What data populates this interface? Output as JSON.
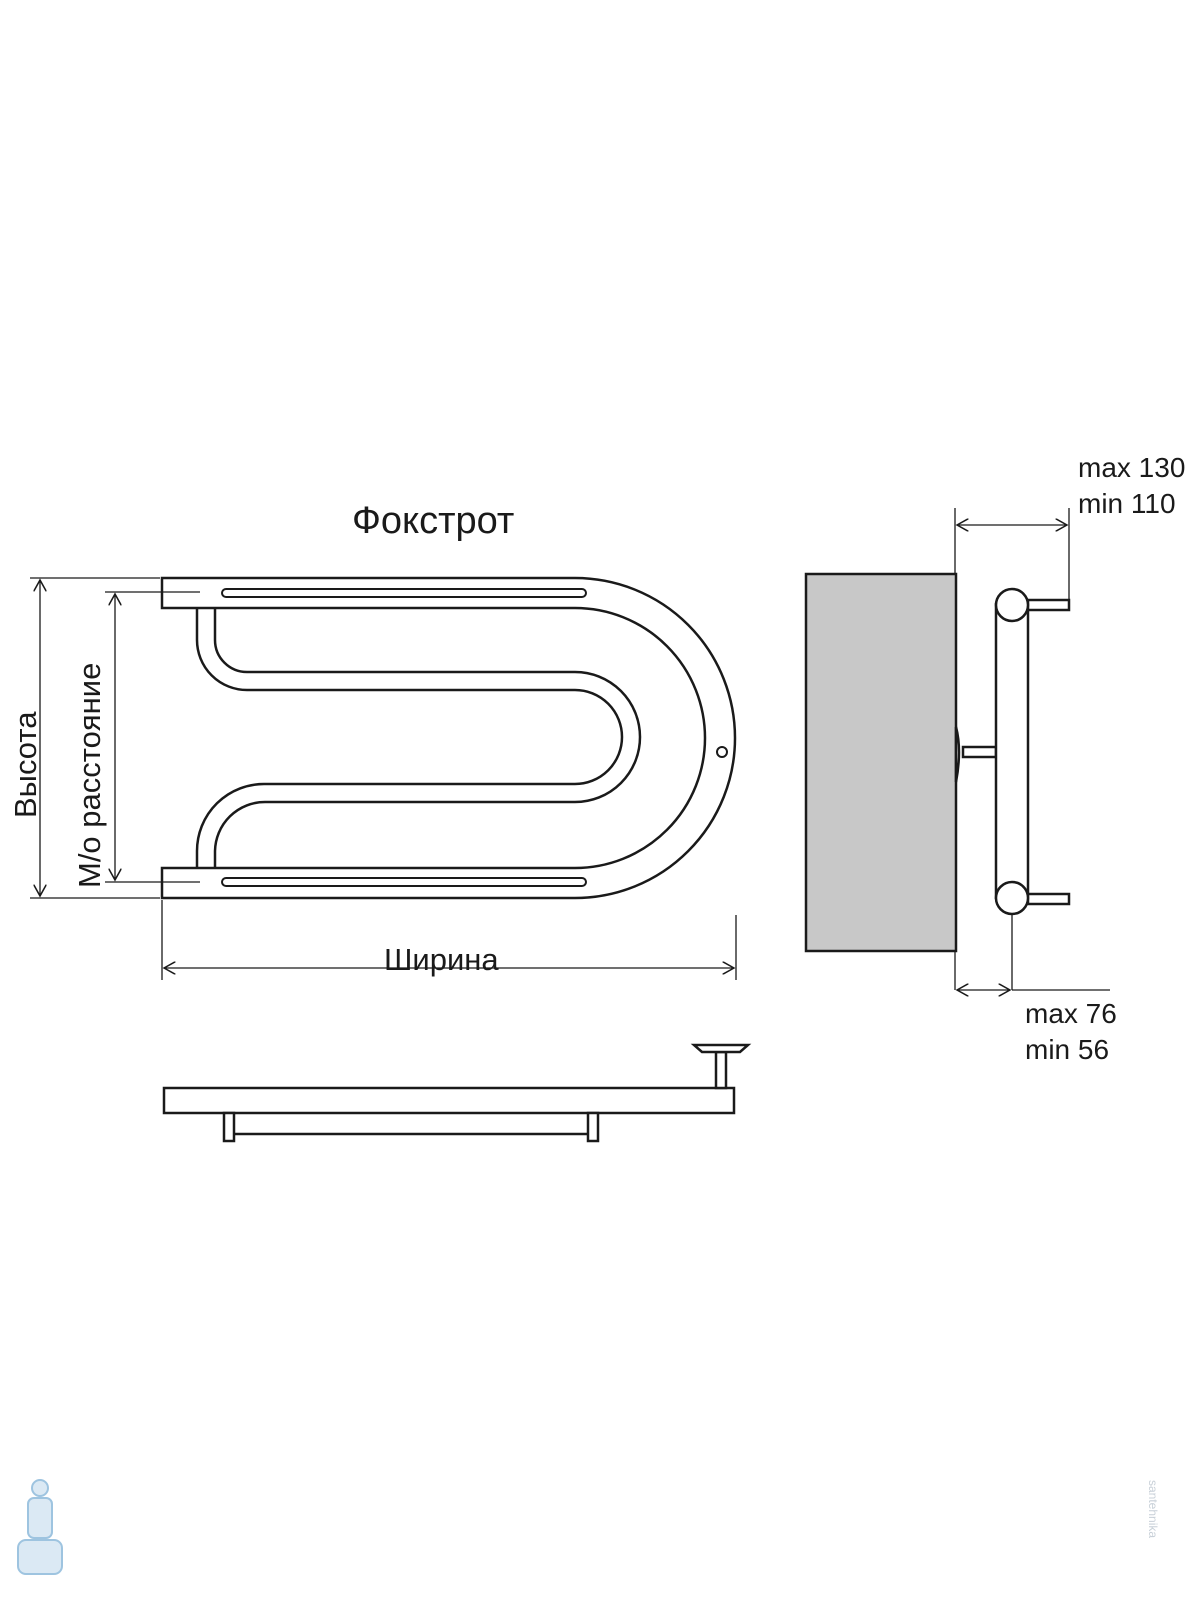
{
  "title": "Фокстрот",
  "labels": {
    "height": "Высота",
    "center_distance": "М/о расстояние",
    "width": "Ширина",
    "depth_max": "max 130",
    "depth_min": "min 110",
    "offset_max": "max 76",
    "offset_min": "min 56"
  },
  "watermark": "santehnika",
  "colors": {
    "line": "#1a1a1a",
    "wall": "#c8c8c8"
  }
}
